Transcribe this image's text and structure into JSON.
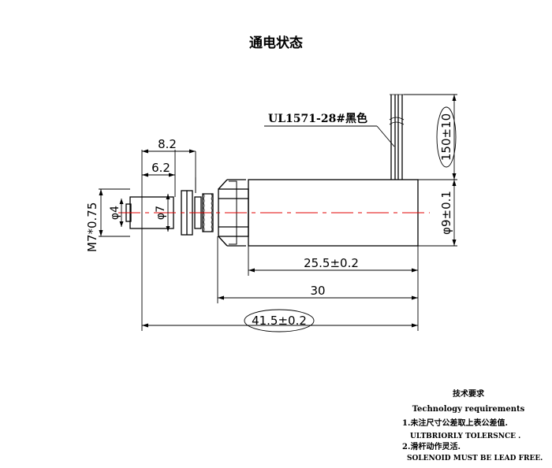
{
  "title": "通电状态",
  "wire_label": "UL1571-28#黑色",
  "dimensions": {
    "thread": "M7*0.75",
    "d_8_2": "8.2",
    "d_6_2": "6.2",
    "dia_4": "φ4",
    "dia_7": "φ7",
    "body_length": "25.5±0.2",
    "overall_30": "30",
    "overall_41_5": "41.5±0.2",
    "body_dia": "φ9±0.1",
    "lead_length": "150±10"
  },
  "requirements": {
    "heading": "技术要求",
    "heading_en": "Technology   requirements",
    "item1": "1.未注尺寸公差取上表公差值.",
    "item1_en": "ULTBRIORLY TOLERSNCE .",
    "item2": "2.滑杆动作灵活.",
    "item2_en": "SOLENOID MUST BE LEAD FREE."
  }
}
